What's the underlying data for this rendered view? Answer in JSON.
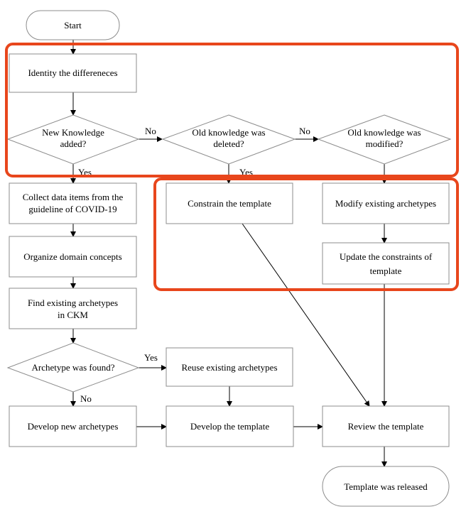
{
  "colors": {
    "highlight": "#e8461c",
    "box_stroke": "#8c8c8c",
    "line": "#000000"
  },
  "nodes": {
    "start": "Start",
    "identify": "Identity the differeneces",
    "new_knowledge": [
      "New Knowledge",
      "added?"
    ],
    "old_deleted": [
      "Old knowledge was",
      "deleted?"
    ],
    "old_modified": [
      "Old knowledge was",
      "modified?"
    ],
    "collect": [
      "Collect data items from the",
      "guideline of COVID-19"
    ],
    "organize": "Organize domain concepts",
    "find": [
      "Find existing archetypes",
      "in CKM"
    ],
    "found": "Archetype was found?",
    "develop_new": "Develop new archetypes",
    "constrain": "Constrain the template",
    "modify": "Modify existing archetypes",
    "update": [
      "Update the constraints of",
      "template"
    ],
    "reuse": "Reuse existing archetypes",
    "develop_template": "Develop the template",
    "review": "Review the template",
    "released": "Template was released"
  },
  "edge_labels": {
    "no1": "No",
    "no2": "No",
    "yes1": "Yes",
    "yes2": "Yes",
    "yes3": "Yes",
    "no3": "No"
  }
}
